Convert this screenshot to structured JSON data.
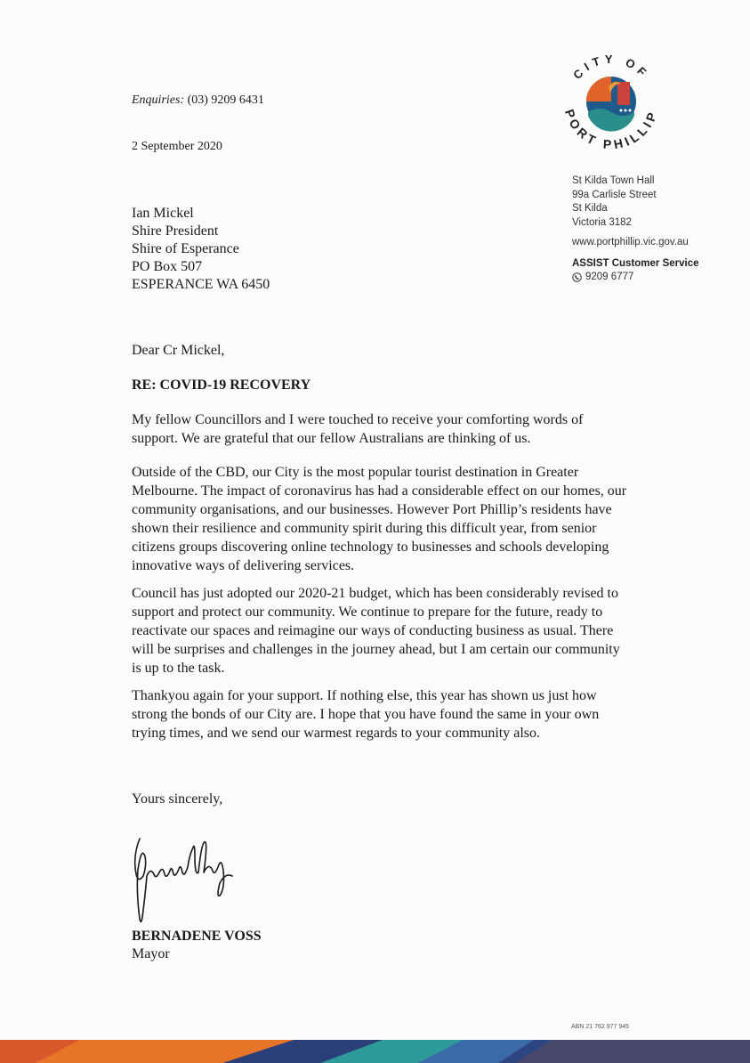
{
  "enquiries": {
    "label": "Enquiries:",
    "phone": "(03) 9209 6431"
  },
  "date": "2 September 2020",
  "recipient": {
    "lines": [
      "Ian Mickel",
      "Shire President",
      "Shire of Esperance",
      "PO Box 507",
      "ESPERANCE WA 6450"
    ]
  },
  "logo": {
    "top_text": "CITY OF",
    "bottom_text": "PORT PHILLIP"
  },
  "sender": {
    "address_lines": [
      "St Kilda Town Hall",
      "99a Carlisle Street",
      "St Kilda",
      "Victoria 3182"
    ],
    "website": "www.portphillip.vic.gov.au",
    "service_label": "ASSIST Customer Service",
    "service_phone": "9209 6777"
  },
  "salutation": "Dear Cr Mickel,",
  "subject": "RE: COVID-19 RECOVERY",
  "paragraphs": [
    "My fellow Councillors and I were touched to receive your comforting words of support. We are grateful that our fellow Australians are thinking of us.",
    "Outside of the CBD, our City is the most popular tourist destination in Greater Melbourne. The impact of coronavirus has had a considerable effect on our homes, our community organisations, and our businesses. However Port Phillip’s residents have shown their resilience and community spirit during this difficult year, from senior citizens groups discovering online technology to businesses and schools developing innovative ways of delivering services.",
    "Council has just adopted our 2020-21 budget, which has been considerably revised to support and protect our community. We continue to prepare for the future, ready to reactivate our spaces and reimagine our ways of conducting business as usual. There will be surprises and challenges in the journey ahead, but I am certain our community is up to the task.",
    "Thankyou again for your support. If nothing else, this year has shown us just how strong the bonds of our City are. I hope that you have found the same in your own trying times, and we send our warmest regards to your community also."
  ],
  "closing": "Yours sincerely,",
  "signer": {
    "name": "BERNADENE VOSS",
    "title": "Mayor"
  },
  "abn": "ABN 21 762 977 945",
  "colors": {
    "logo_blue": "#1f5a8c",
    "logo_orange": "#e0632a",
    "logo_teal": "#2a8f8a",
    "logo_red": "#c9433a",
    "band_orange": "#e8742a",
    "band_navy": "#2b3f78",
    "band_teal": "#2e9a9a"
  },
  "icons": {
    "phone": "phone-icon",
    "signature": "handwritten-signature"
  }
}
